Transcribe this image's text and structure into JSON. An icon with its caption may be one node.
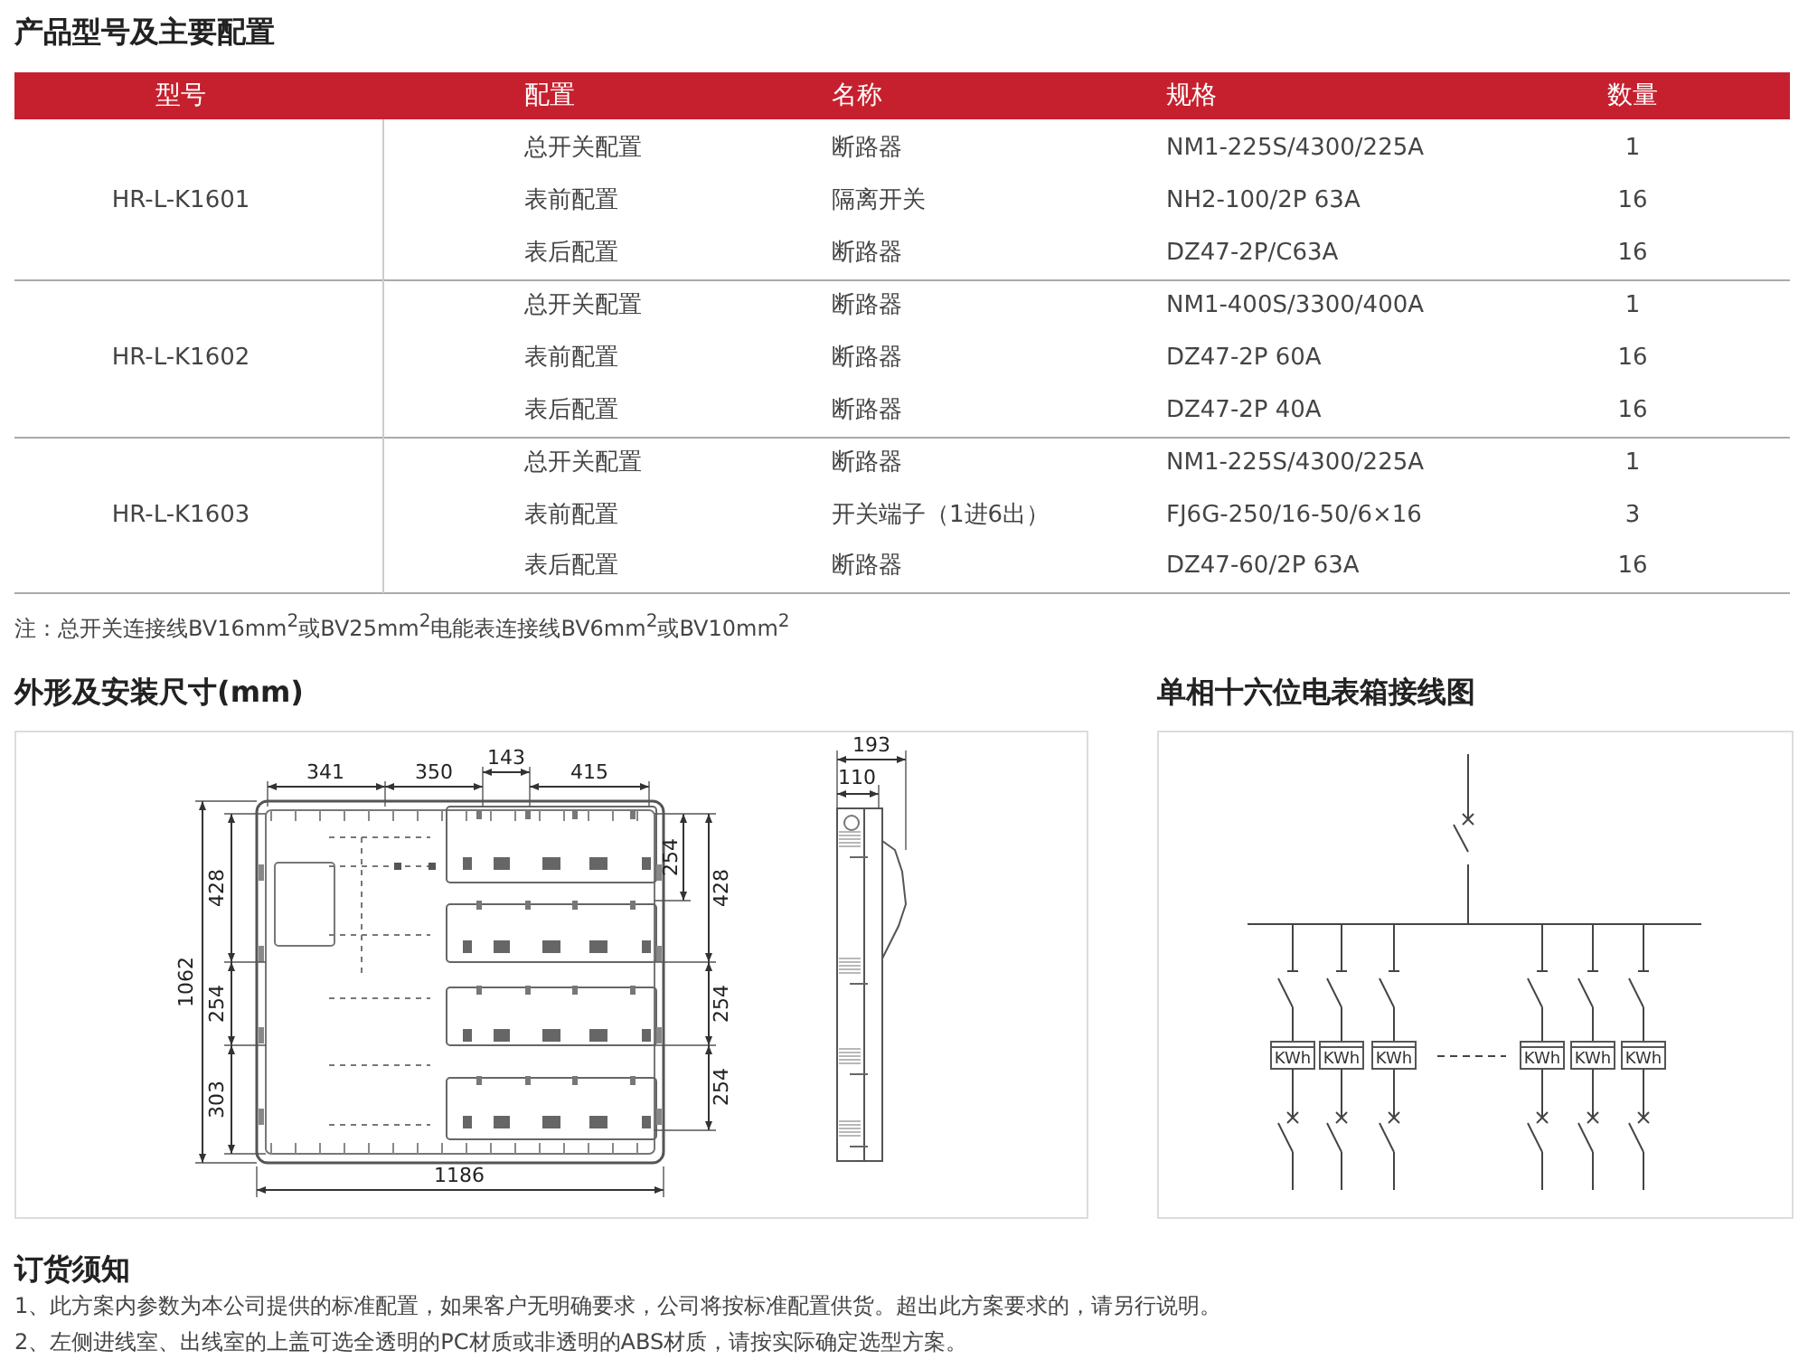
{
  "diagram": {
    "labels": [
      "产品型号及主要配置",
      "型号",
      "配置",
      "名称",
      "规格",
      "数量",
      "HR-L-K1601",
      "总开关配置",
      "断路器",
      "NM1-225S/4300/225A",
      "1",
      "表前配置",
      "隔离开关",
      "NH2-100/2P 63A",
      "16",
      "表后配置",
      "断路器",
      "DZ47-2P/C63A",
      "16",
      "HR-L-K1602",
      "总开关配置",
      "断路器",
      "NM1-400S/3300/400A",
      "1",
      "表前配置",
      "断路器",
      "DZ47-2P 60A",
      "16",
      "表后配置",
      "断路器",
      "DZ47-2P 40A",
      "16",
      "HR-L-K1603",
      "总开关配置",
      "断路器",
      "NM1-225S/4300/225A",
      "1",
      "表前配置",
      "开关端子（1进6出）",
      "FJ6G-250/16-50/6×16",
      "3",
      "表后配置",
      "断路器",
      "DZ47-60/2P 63A",
      "16",
      "注：总开关连接线BV16mm$^{2}$或BV25mm$^{2}$电能表连接线BV6mm$^{2}$或BV10mm$^{2}$",
      "外形及安装尺寸(mm)",
      "341",
      "350",
      "143",
      "415",
      "428",
      "1062",
      "254",
      "303",
      "254",
      "428",
      "254",
      "254",
      "1186",
      "193",
      "110",
      "单相十六位电表箱接线图",
      "KWh",
      "KWh",
      "KWh",
      "KWh",
      "KWh",
      "KWh",
      "订货须知",
      "1、此方案内参数为本公司提供的标准配置，如果客户无明确要求，公司将按标准配置供货。超出此方案要求的，请另行说明。",
      "2、左侧进线室、出线室的上盖可选全透明的PC材质或非透明的ABS材质，请按实际确定选型方案。"
    ]
  }
}
